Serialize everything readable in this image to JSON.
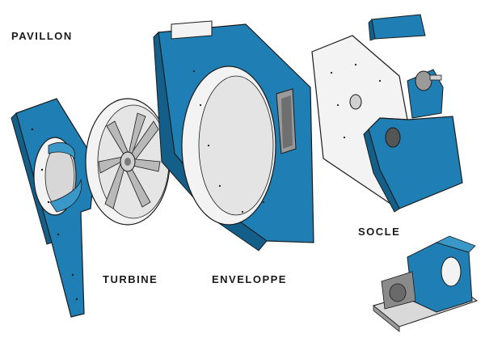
{
  "labels": {
    "pavillon": "PAVILLON",
    "turbine": "TURBINE",
    "enveloppe": "ENVELOPPE",
    "socle": "SOCLE"
  },
  "colors": {
    "part_blue": "#1f7fb4",
    "part_blue_dark": "#145f8a",
    "part_blue_light": "#3a98c9",
    "metal_white": "#f3f3f3",
    "metal_grey": "#b9b9b9",
    "outline": "#1b1b1b",
    "background": "#ffffff"
  }
}
